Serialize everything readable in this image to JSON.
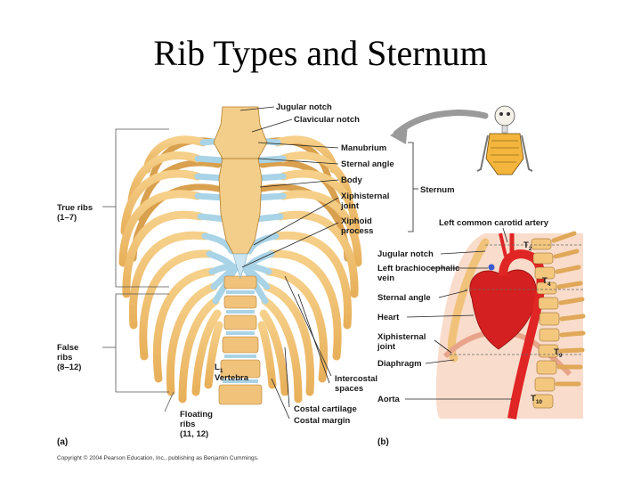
{
  "title": "Rib Types and Sternum",
  "panel_a": {
    "label": "(a)",
    "left_labels": {
      "true_ribs": [
        "True ribs",
        "(1–7)"
      ],
      "false_ribs": [
        "False",
        "ribs",
        "(8–12)"
      ],
      "floating_ribs": [
        "Floating",
        "ribs",
        "(11, 12)"
      ]
    },
    "right_labels": {
      "jugular_notch": "Jugular notch",
      "clavicular_notch": "Clavicular notch",
      "manubrium": "Manubrium",
      "sternal_angle": "Sternal angle",
      "body": "Body",
      "xiphisternal_joint": [
        "Xiphisternal",
        "joint"
      ],
      "xiphoid_process": [
        "Xiphoid",
        "process"
      ],
      "sternum": "Sternum"
    },
    "bottom_labels": {
      "vertebra": [
        "L",
        "1",
        "Vertebra"
      ],
      "intercostal_spaces": [
        "Intercostal",
        "spaces"
      ],
      "costal_cartilage": "Costal cartilage",
      "costal_margin": "Costal margin"
    }
  },
  "panel_b": {
    "label": "(b)",
    "labels": {
      "left_common_carotid": "Left common carotid artery",
      "jugular_notch": "Jugular notch",
      "left_brachiocephalic_vein": [
        "Left brachiocephalic",
        "vein"
      ],
      "sternal_angle": "Sternal angle",
      "heart": "Heart",
      "xiphisternal_joint": [
        "Xiphisternal",
        "joint"
      ],
      "diaphragm": "Diaphragm",
      "aorta": "Aorta"
    },
    "vertebra_labels": {
      "t2": [
        "T",
        "2"
      ],
      "t4": [
        "T",
        "4"
      ],
      "t9": [
        "T",
        "9"
      ],
      "t10": [
        "T",
        "10"
      ]
    }
  },
  "copyright": "Copyright © 2004 Pearson Education, Inc., publishing as Benjamin Cummings.",
  "colors": {
    "bone": "#F2C476",
    "bone_edge": "#B57E2E",
    "cartilage": "#A9D3E6",
    "artery": "#E02525",
    "muscle": "#F1B9A2",
    "pink_bg": "#F9DCCB"
  }
}
